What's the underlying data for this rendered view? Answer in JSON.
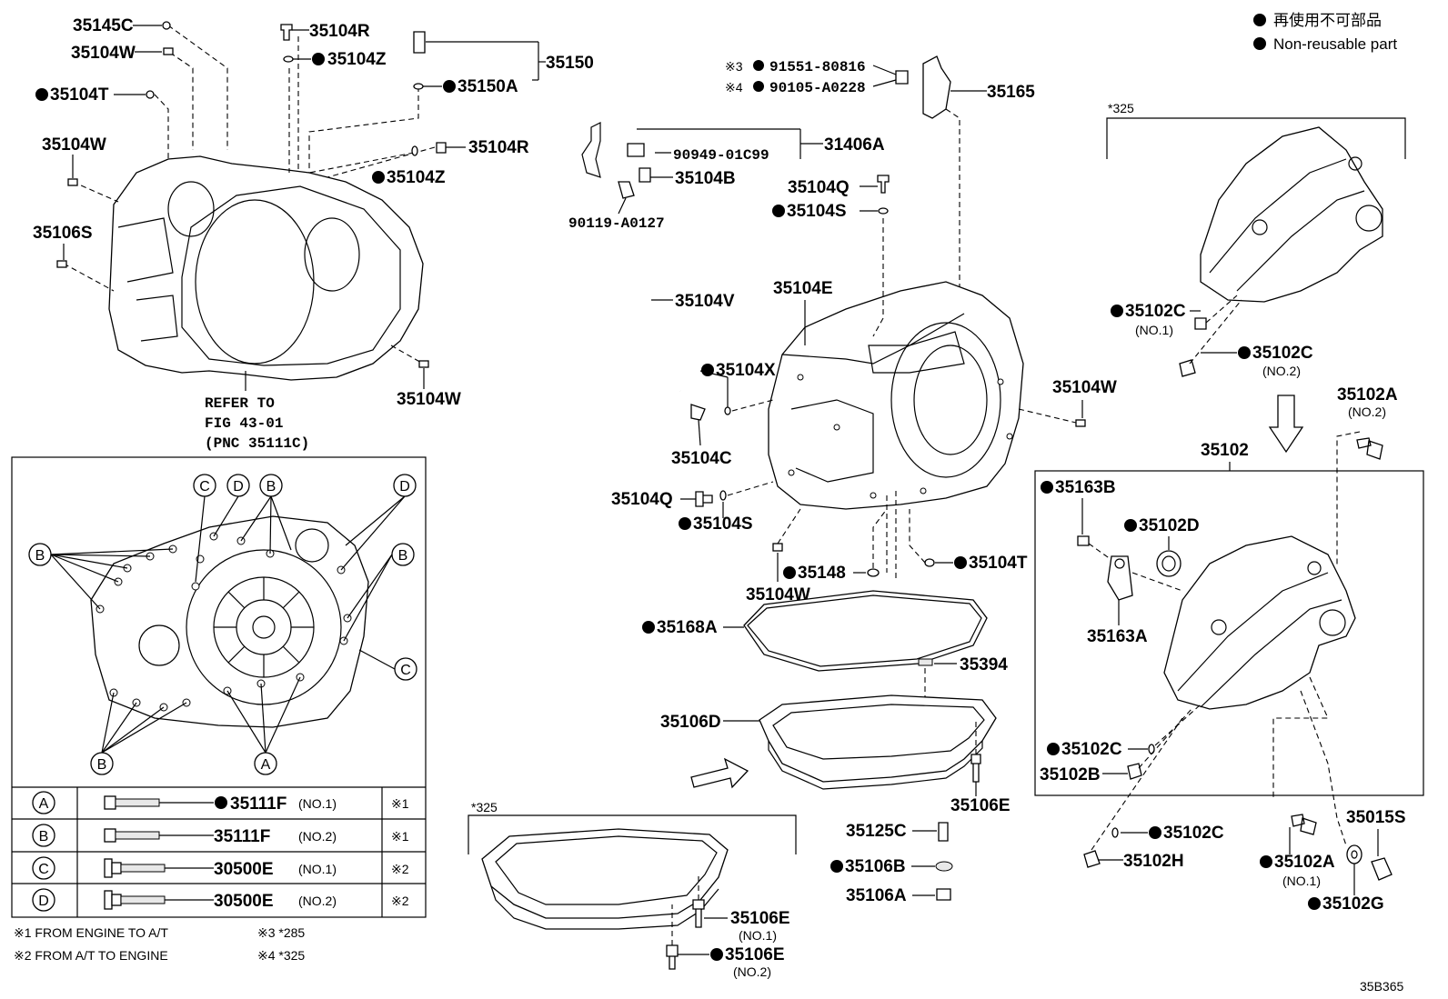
{
  "legend": {
    "line1": "再使用不可部品",
    "line2": "Non-reusable part"
  },
  "star325_right": "*325",
  "star325_bottom": "*325",
  "figure_code": "35B365",
  "refer": [
    "REFER TO",
    "FIG 43-01",
    "(PNC 35111C)"
  ],
  "labels": {
    "p35145C": "35145C",
    "p35104W_a": "35104W",
    "p35104T_a": "35104T",
    "p35104W_b": "35104W",
    "p35106S": "35106S",
    "p35104W_c": "35104W",
    "p35104R_a": "35104R",
    "p35104Z_a": "35104Z",
    "p35150": "35150",
    "p35150A": "35150A",
    "p35104R_b": "35104R",
    "p35104Z_b": "35104Z",
    "n3": "※3",
    "p91551": "91551-80816",
    "n4": "※4",
    "p90105": "90105-A0228",
    "p35165": "35165",
    "p90949": "90949-01C99",
    "p31406A": "31406A",
    "p35104B": "35104B",
    "p90119": "90119-A0127",
    "p35104Q_a": "35104Q",
    "p35104S_a": "35104S",
    "p35104V": "35104V",
    "p35104E": "35104E",
    "p35104X": "35104X",
    "p35104C": "35104C",
    "p35104W_d": "35104W",
    "p35104Q_b": "35104Q",
    "p35104S_b": "35104S",
    "p35148": "35148",
    "p35104T_b": "35104T",
    "p35104W_e": "35104W",
    "p35168A": "35168A",
    "p35394": "35394",
    "p35106D": "35106D",
    "p35106E_a": "35106E",
    "p35125C": "35125C",
    "p35106B": "35106B",
    "p35106A": "35106A",
    "p35106E_b": "35106E",
    "p35106E_b_no": "(NO.1)",
    "p35106E_c": "35106E",
    "p35106E_c_no": "(NO.2)",
    "p35102C_1": "35102C",
    "p35102C_1_no": "(NO.1)",
    "p35102C_2": "35102C",
    "p35102C_2_no": "(NO.2)",
    "p35102A_top": "35102A",
    "p35102A_top_no": "(NO.2)",
    "p35102": "35102",
    "p35163B": "35163B",
    "p35102D": "35102D",
    "p35163A": "35163A",
    "p35102C_3": "35102C",
    "p35102B": "35102B",
    "p35102C_4": "35102C",
    "p35102H": "35102H",
    "p35102A_bot": "35102A",
    "p35102A_bot_no": "(NO.1)",
    "p35015S": "35015S",
    "p35102G": "35102G"
  },
  "bolt_table": {
    "rows": [
      {
        "key": "A",
        "part": "35111F",
        "no": "(NO.1)",
        "ref": "※1",
        "nonreusable": true
      },
      {
        "key": "B",
        "part": "35111F",
        "no": "(NO.2)",
        "ref": "※1",
        "nonreusable": false
      },
      {
        "key": "C",
        "part": "30500E",
        "no": "(NO.1)",
        "ref": "※2",
        "nonreusable": false
      },
      {
        "key": "D",
        "part": "30500E",
        "no": "(NO.2)",
        "ref": "※2",
        "nonreusable": false
      }
    ]
  },
  "footnotes": {
    "n1": "※1 FROM ENGINE TO A/T",
    "n2": "※2 FROM A/T TO ENGINE",
    "n3": "※3 *285",
    "n4": "※4 *325"
  },
  "inset_labels": {
    "C": "C",
    "D": "D",
    "B": "B",
    "A": "A"
  }
}
